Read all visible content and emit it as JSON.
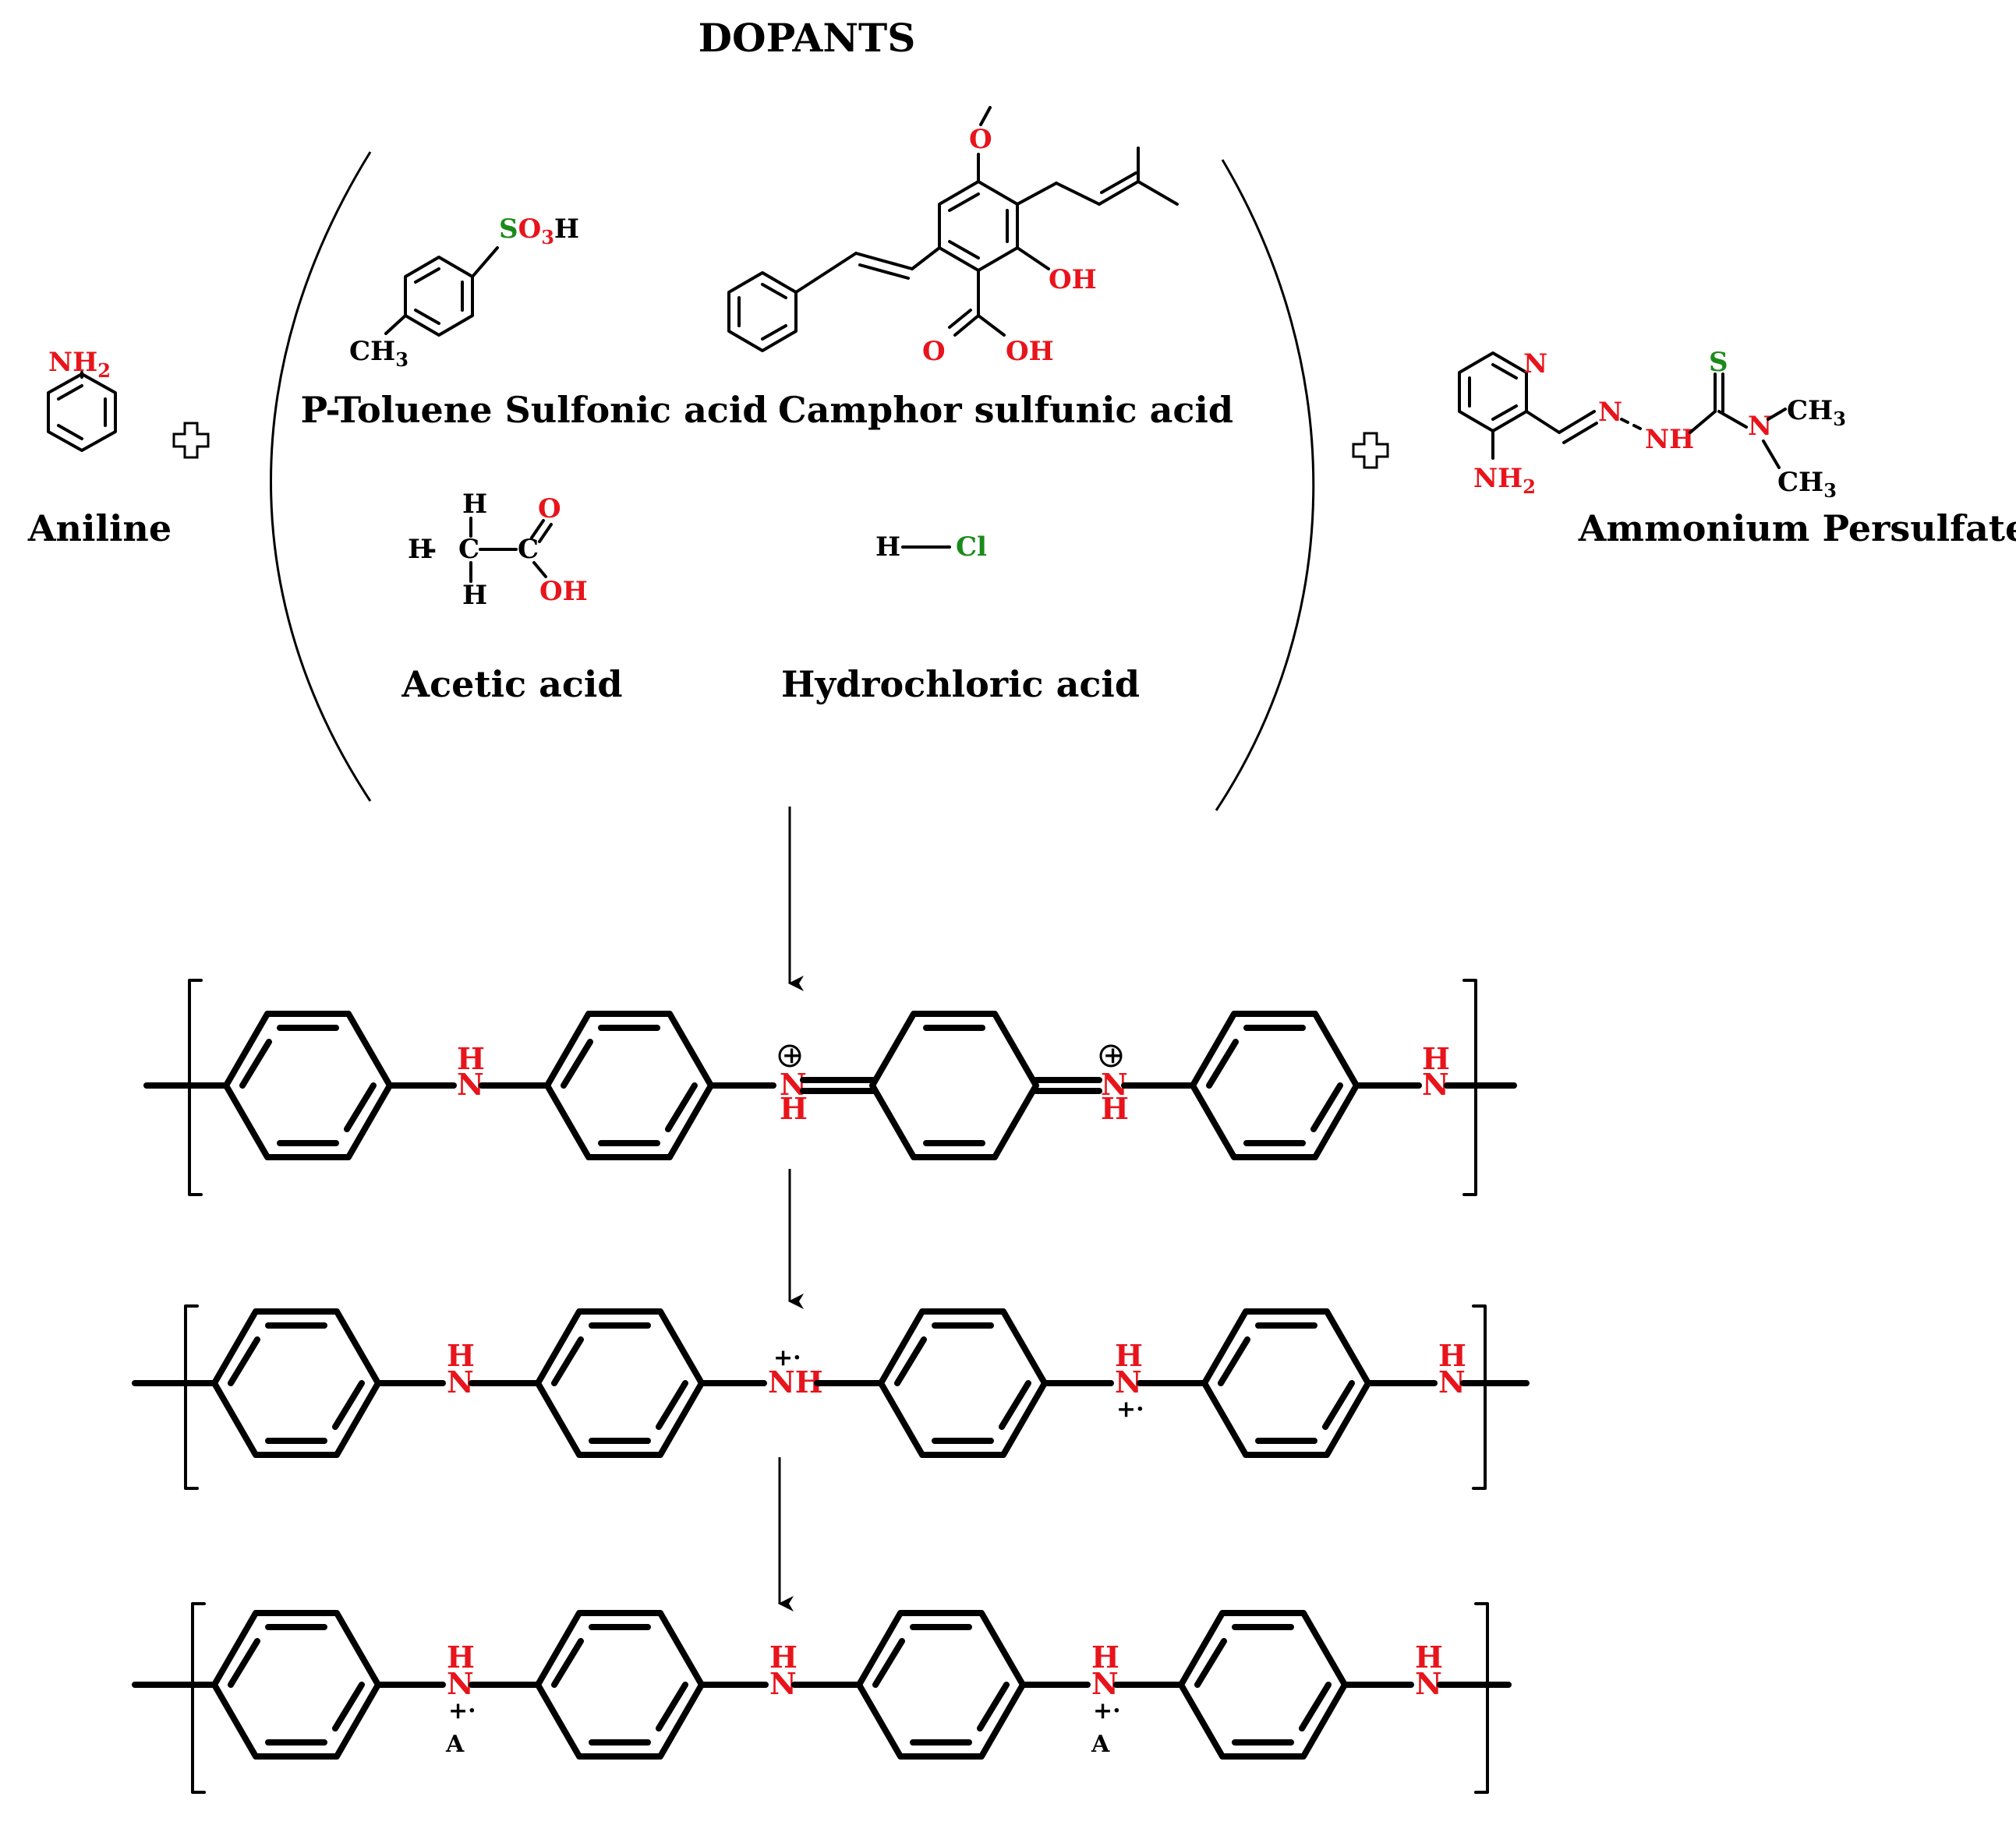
{
  "title": "DOPANTS",
  "reactants": {
    "aniline": "Aniline",
    "oxidant": "Ammonium Persulfate"
  },
  "dopants": {
    "ptsa": "P-Toluene Sulfonic acid",
    "csa": "Camphor sulfunic acid",
    "acetic": "Acetic acid",
    "hcl": "Hydrochloric acid"
  },
  "atoms": {
    "nh2": "NH",
    "two": "2",
    "so3h_s": "S",
    "so3h_o": "O",
    "so3h_sub": "3",
    "so3h_h": "H",
    "ch3": "CH",
    "three": "3",
    "oh": "OH",
    "o": "O",
    "h": "H",
    "c": "C",
    "cl": "Cl",
    "n": "N",
    "s": "S",
    "nh": "NH",
    "dash": "-",
    "plus_circle": "+",
    "radical_cation": "+·",
    "counter_ion": "A"
  },
  "colors": {
    "heteroatom": "#e8141c",
    "sulfur_chlorine": "#1b8a1b",
    "bond": "#000000"
  },
  "icons": {
    "plus": "plus-icon",
    "arrow": "arrow-down-icon"
  }
}
